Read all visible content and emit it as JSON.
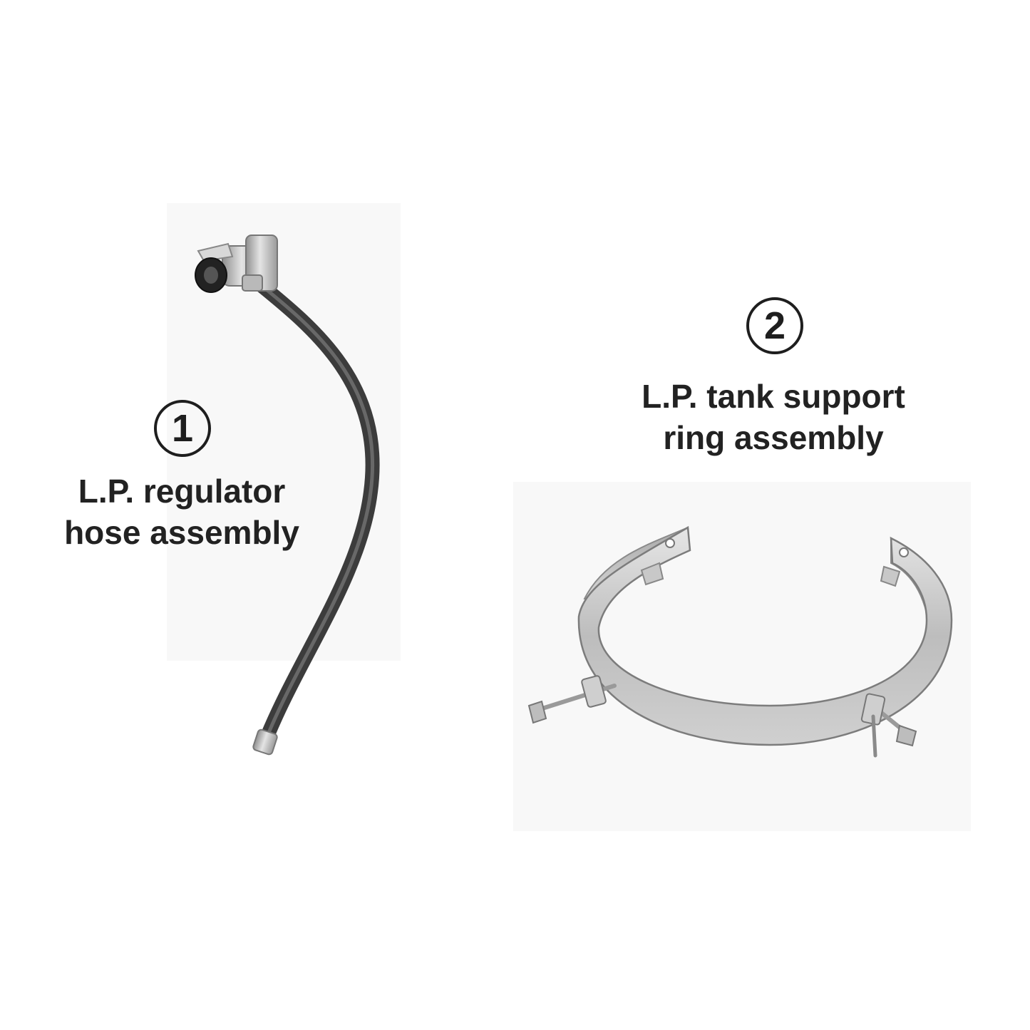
{
  "parts": [
    {
      "number": "1",
      "label_line1": "L.P. regulator",
      "label_line2": "hose assembly",
      "icon": "regulator-hose-icon"
    },
    {
      "number": "2",
      "label_line1": "L.P. tank support",
      "label_line2": "ring assembly",
      "icon": "support-ring-icon"
    }
  ],
  "colors": {
    "background": "#ffffff",
    "panel": "#f8f8f8",
    "text": "#222222",
    "metal": "#c9c9c9",
    "hose": "#4a4a4a"
  }
}
